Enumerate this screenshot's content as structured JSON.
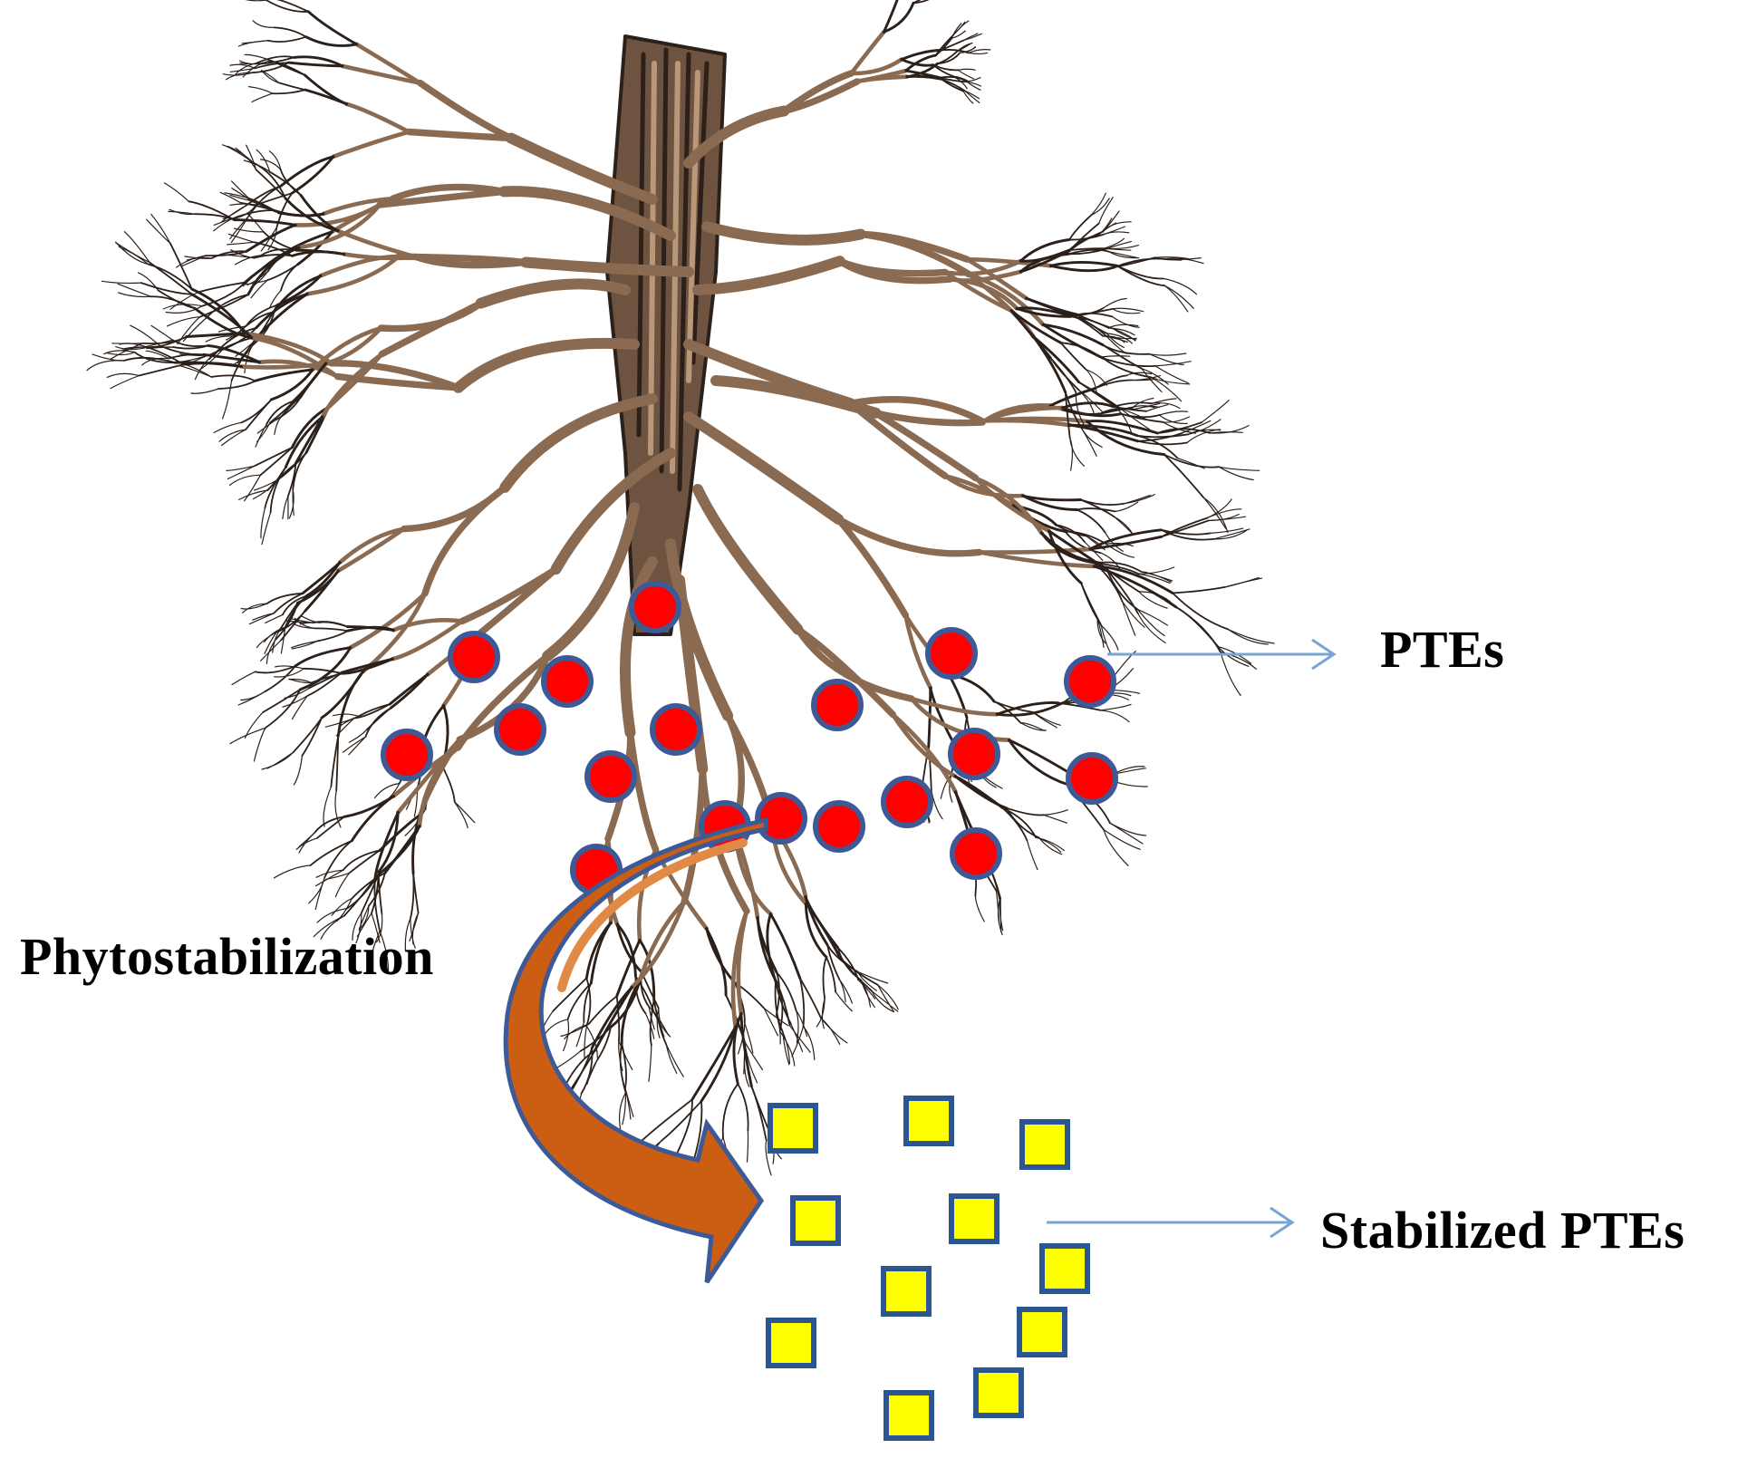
{
  "labels": {
    "ptes": "PTEs",
    "phytostabilization": "Phytostabilization",
    "stabilized_ptes": "Stabilized PTEs"
  },
  "colors": {
    "root": "#8a6a50",
    "root_dark": "#2b201a",
    "pte_fill": "#ff0000",
    "pte_stroke": "#3d5a96",
    "stabilized_fill": "#ffff00",
    "stabilized_stroke": "#2c5593",
    "curved_arrow_fill": "#cc5e14",
    "curved_arrow_stroke": "#3d5a96",
    "pointer_line": "#7aa3d6"
  },
  "elements": {
    "pte_particle_count": 18,
    "stabilized_particle_count": 11
  }
}
